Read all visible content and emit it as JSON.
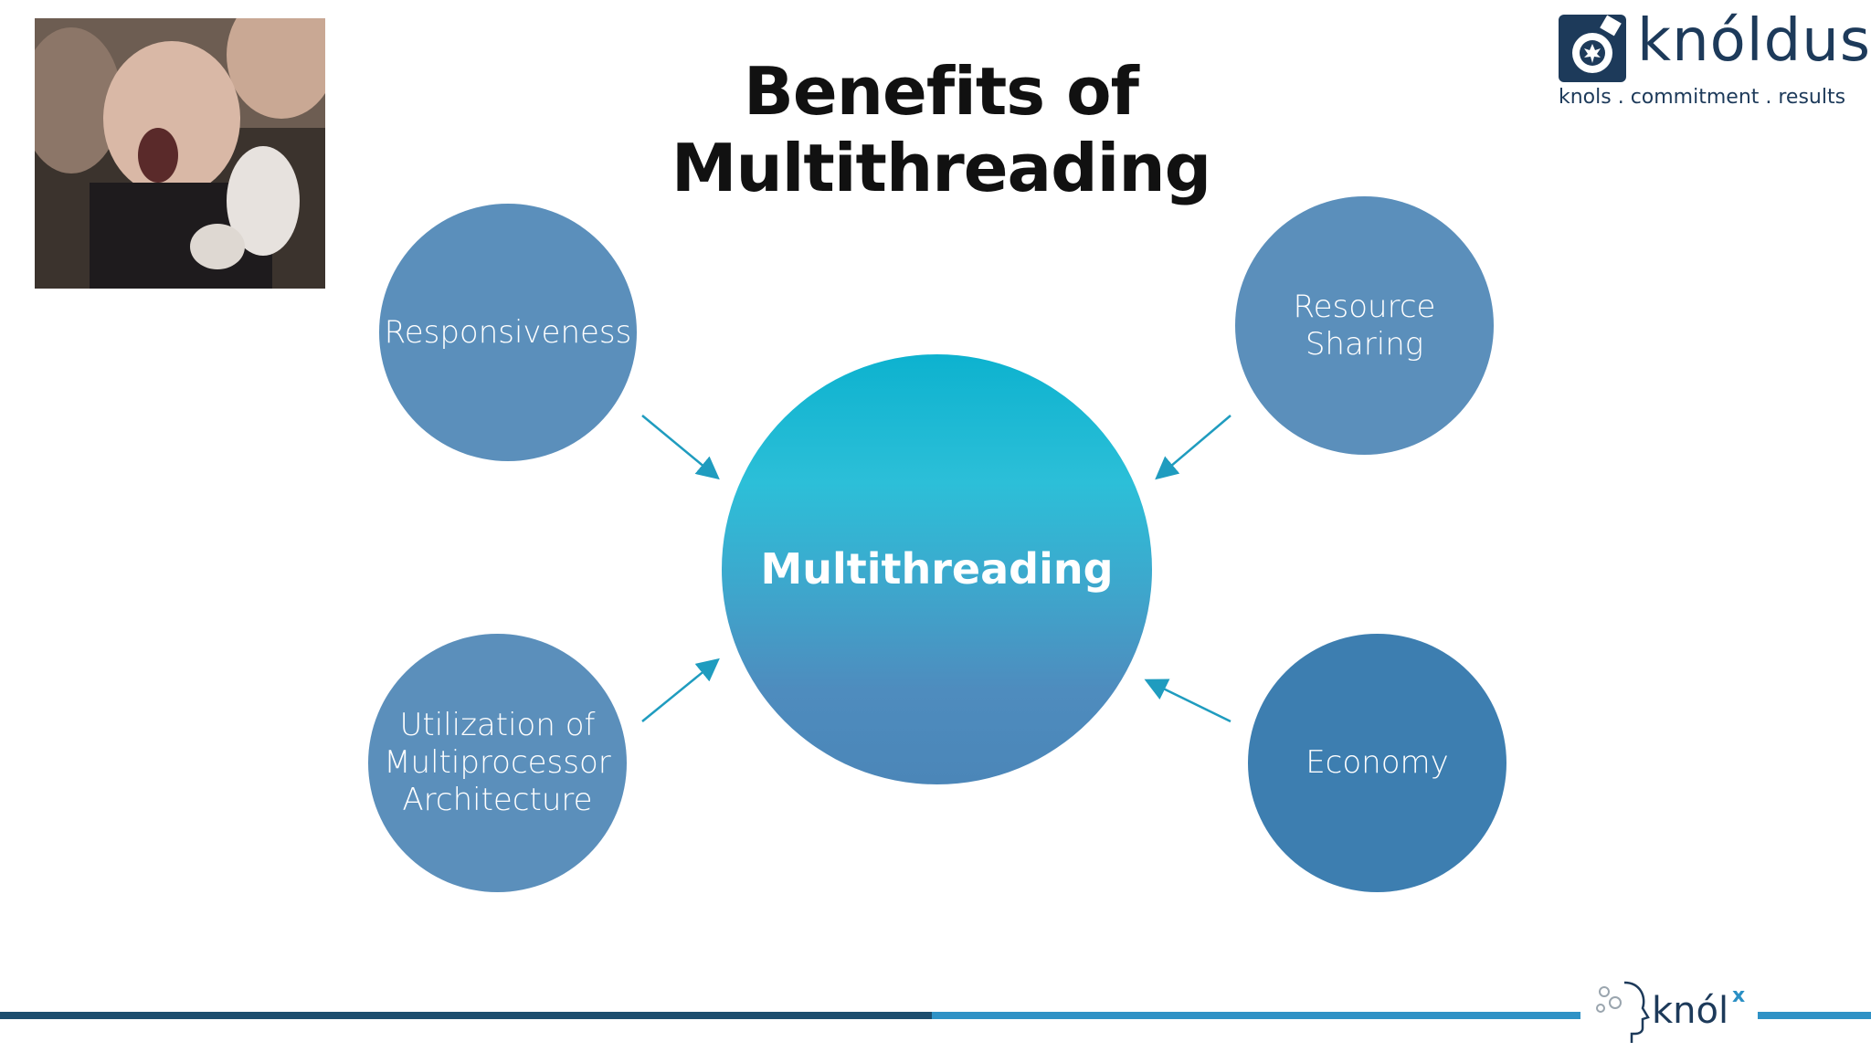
{
  "slide": {
    "title": "Benefits of Multithreading"
  },
  "logo": {
    "name": "knóldus",
    "tagline": "knols . commitment . results"
  },
  "diagram": {
    "center": "Multithreading",
    "nodes": {
      "responsiveness": "Responsiveness",
      "resource_sharing": "Resource\nSharing",
      "utilization": "Utilization of\nMultiprocessor\nArchitecture",
      "economy": "Economy"
    }
  },
  "footer": {
    "logo_word": "knól",
    "logo_sup": "x"
  },
  "colors": {
    "node": "#5b8fbb",
    "node_economy": "#3d7eb0",
    "arrow": "#1f9cbf",
    "bar_dark": "#1d4e6e",
    "bar_light": "#2f92c6"
  }
}
